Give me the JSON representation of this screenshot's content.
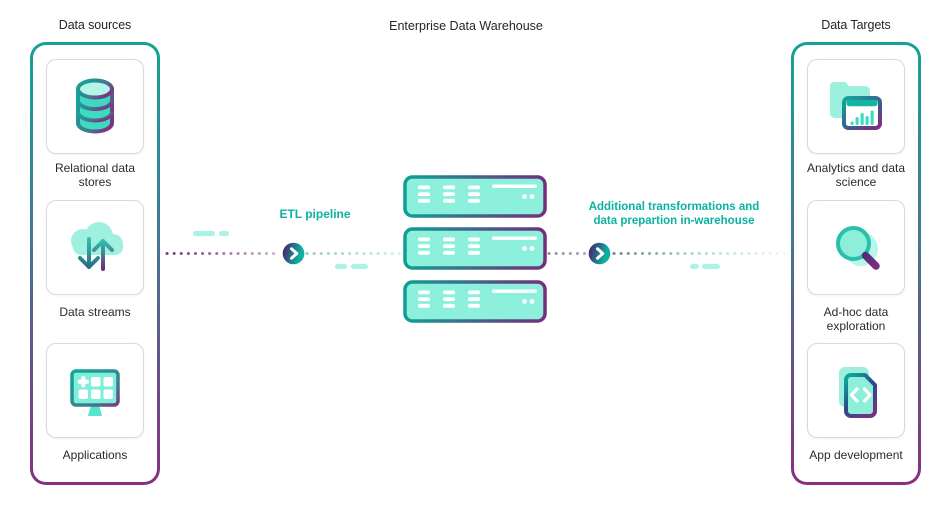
{
  "colors": {
    "teal_accent": "#0bb2a2",
    "panel_teal": "#14a396",
    "panel_purple": "#86307f",
    "icon_teal_fill": "#8defd9",
    "icon_teal_light": "#9ff0de",
    "dash_teal": "#a9f4e4",
    "dot_purple": "#7b3a7e",
    "text_dark": "#2b2b2b"
  },
  "sources": {
    "title": "Data sources",
    "items": [
      {
        "icon": "database-icon",
        "label": "Relational data\nstores"
      },
      {
        "icon": "cloud-sync-icon",
        "label": "Data streams"
      },
      {
        "icon": "applications-monitor-icon",
        "label": "Applications"
      }
    ]
  },
  "warehouse": {
    "title": "Enterprise Data Warehouse",
    "server_count": 3
  },
  "targets": {
    "title": "Data Targets",
    "items": [
      {
        "icon": "analytics-folder-icon",
        "label": "Analytics and data\nscience"
      },
      {
        "icon": "magnifier-icon",
        "label": "Ad-hoc data\nexploration"
      },
      {
        "icon": "code-document-icon",
        "label": "App development"
      }
    ]
  },
  "flows": {
    "etl": {
      "label": "ETL pipeline"
    },
    "warehouse_transform": {
      "label": "Additional transformations and\ndata prepartion in-warehouse"
    }
  }
}
